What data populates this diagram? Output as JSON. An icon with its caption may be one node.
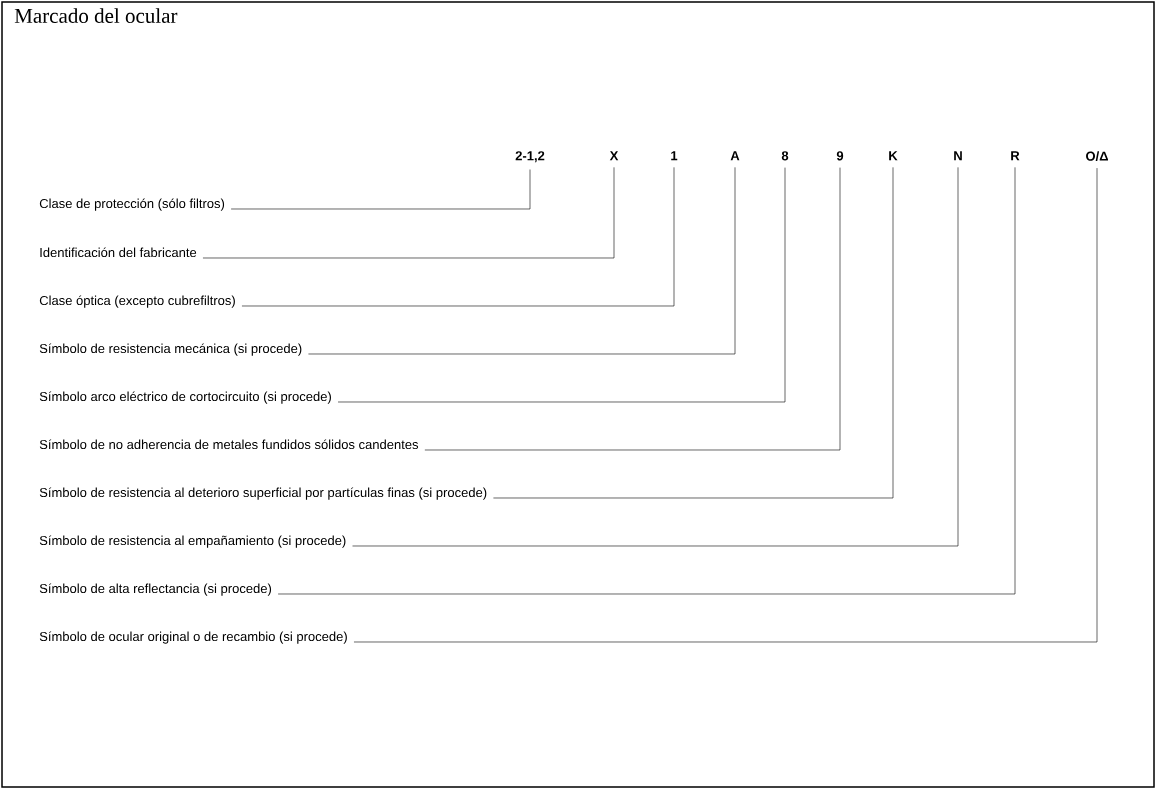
{
  "diagram": {
    "title": "Marcado del ocular",
    "nodes": [
      {
        "text": [
          "2-1,2"
        ]
      },
      {
        "text": [
          "X"
        ]
      },
      {
        "text": [
          "1"
        ]
      },
      {
        "text": [
          "A"
        ]
      },
      {
        "text": [
          "8"
        ]
      },
      {
        "text": [
          "9"
        ]
      },
      {
        "text": [
          "K"
        ]
      },
      {
        "text": [
          "N"
        ]
      },
      {
        "text": [
          "R"
        ]
      },
      {
        "text": [
          "O/Δ"
        ]
      },
      {
        "text": [
          "Clase de protección (sólo filtros)"
        ]
      },
      {
        "text": [
          "Identificación del fabricante"
        ]
      },
      {
        "text": [
          "Clase óptica (excepto cubrefiltros)"
        ]
      },
      {
        "text": [
          "Símbolo de resistencia mecánica (si procede)"
        ]
      },
      {
        "text": [
          "Símbolo arco eléctrico de cortocircuito (si procede)"
        ]
      },
      {
        "text": [
          "Símbolo de no adherencia de metales fundidos sólidos candentes"
        ]
      },
      {
        "text": [
          "Símbolo de resistencia al deterioro superficial por partículas finas (si procede)"
        ]
      },
      {
        "text": [
          "Símbolo de resistencia al empañamiento (si procede)"
        ]
      },
      {
        "text": [
          "Símbolo de alta reflectancia (si procede)"
        ]
      },
      {
        "text": [
          "Símbolo de ocular original o de recambio (si procede)"
        ]
      }
    ],
    "edges": [
      {
        "from": 10,
        "to": 0,
        "arrow": "none"
      },
      {
        "from": 11,
        "to": 1,
        "arrow": "none"
      },
      {
        "from": 12,
        "to": 2,
        "arrow": "none"
      },
      {
        "from": 13,
        "to": 3,
        "arrow": "none"
      },
      {
        "from": 14,
        "to": 4,
        "arrow": "none"
      },
      {
        "from": 15,
        "to": 5,
        "arrow": "none"
      },
      {
        "from": 16,
        "to": 6,
        "arrow": "none"
      },
      {
        "from": 17,
        "to": 7,
        "arrow": "none"
      },
      {
        "from": 18,
        "to": 8,
        "arrow": "none"
      },
      {
        "from": 19,
        "to": 9,
        "arrow": "none"
      }
    ]
  }
}
